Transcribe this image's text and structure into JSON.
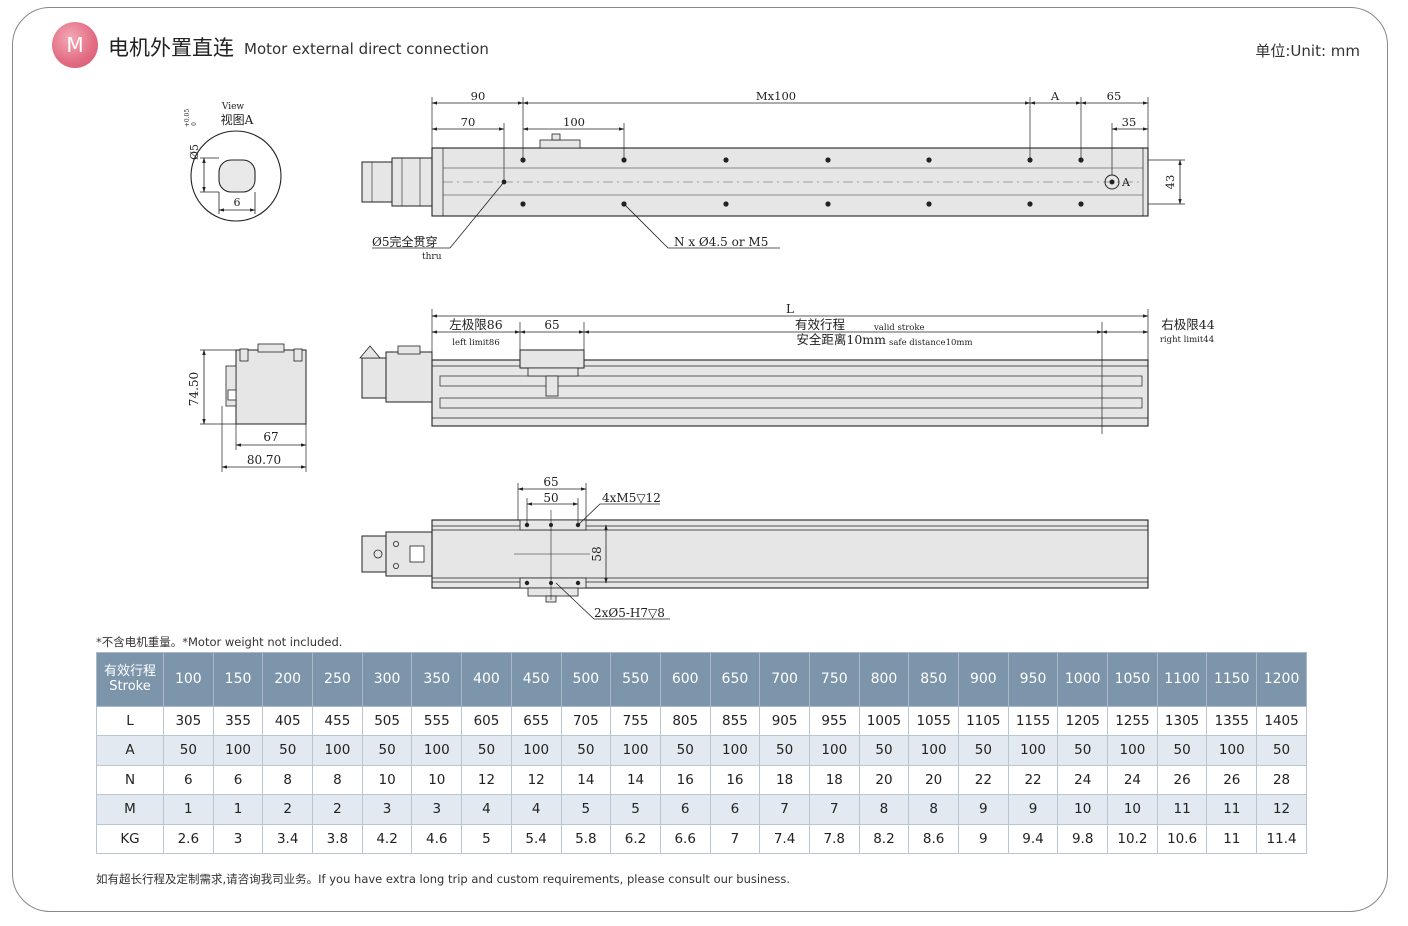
{
  "header": {
    "badge": "M",
    "title_cn": "电机外置直连",
    "title_en": "Motor external direct connection",
    "unit": "单位:Unit: mm"
  },
  "drawing": {
    "view_top": {
      "dim_90": "90",
      "dim_mx100": "Mx100",
      "dim_a": "A",
      "dim_65": "65",
      "dim_70": "70",
      "dim_100": "100",
      "dim_35": "35",
      "dim_43": "43",
      "label_a": "A",
      "hole_note_cn": "Ø5完全贯穿",
      "hole_note_en": "thru",
      "hole_note_n": "N x Ø4.5 or M5"
    },
    "view_a": {
      "view_en": "View",
      "view_cn": "视图A",
      "dia_5": "Ø5",
      "tol": "+0.05",
      "tol2": "0",
      "dim_6": "6"
    },
    "view_side": {
      "dim_l": "L",
      "left_limit_cn": "左极限86",
      "left_limit_en": "left limit86",
      "dim_65": "65",
      "stroke_cn": "有效行程",
      "stroke_en": "valid stroke",
      "safe_cn": "安全距离10mm",
      "safe_en": "safe distance10mm",
      "right_limit_cn": "右极限44",
      "right_limit_en": "right limit44"
    },
    "view_end": {
      "dim_7450": "74.50",
      "dim_67": "67",
      "dim_8070": "80.70"
    },
    "view_bottom": {
      "dim_65": "65",
      "dim_50": "50",
      "thread_note": "4xM5▽12",
      "dim_58": "58",
      "pin_note": "2xØ5-H7▽8"
    }
  },
  "notes": {
    "weight": "*不含电机重量。*Motor weight not included.",
    "footer": "如有超长行程及定制需求,请咨询我司业务。If you have extra long trip and custom requirements, please consult our business."
  },
  "table": {
    "corner_cn": "有效行程",
    "corner_en": "Stroke",
    "strokes": [
      "100",
      "150",
      "200",
      "250",
      "300",
      "350",
      "400",
      "450",
      "500",
      "550",
      "600",
      "650",
      "700",
      "750",
      "800",
      "850",
      "900",
      "950",
      "1000",
      "1050",
      "1100",
      "1150",
      "1200"
    ],
    "rows": [
      {
        "label": "L",
        "values": [
          "305",
          "355",
          "405",
          "455",
          "505",
          "555",
          "605",
          "655",
          "705",
          "755",
          "805",
          "855",
          "905",
          "955",
          "1005",
          "1055",
          "1105",
          "1155",
          "1205",
          "1255",
          "1305",
          "1355",
          "1405"
        ]
      },
      {
        "label": "A",
        "values": [
          "50",
          "100",
          "50",
          "100",
          "50",
          "100",
          "50",
          "100",
          "50",
          "100",
          "50",
          "100",
          "50",
          "100",
          "50",
          "100",
          "50",
          "100",
          "50",
          "100",
          "50",
          "100",
          "50"
        ]
      },
      {
        "label": "N",
        "values": [
          "6",
          "6",
          "8",
          "8",
          "10",
          "10",
          "12",
          "12",
          "14",
          "14",
          "16",
          "16",
          "18",
          "18",
          "20",
          "20",
          "22",
          "22",
          "24",
          "24",
          "26",
          "26",
          "28"
        ]
      },
      {
        "label": "M",
        "values": [
          "1",
          "1",
          "2",
          "2",
          "3",
          "3",
          "4",
          "4",
          "5",
          "5",
          "6",
          "6",
          "7",
          "7",
          "8",
          "8",
          "9",
          "9",
          "10",
          "10",
          "11",
          "11",
          "12"
        ]
      },
      {
        "label": "KG",
        "values": [
          "2.6",
          "3",
          "3.4",
          "3.8",
          "4.2",
          "4.6",
          "5",
          "5.4",
          "5.8",
          "6.2",
          "6.6",
          "7",
          "7.4",
          "7.8",
          "8.2",
          "8.6",
          "9",
          "9.4",
          "9.8",
          "10.2",
          "10.6",
          "11",
          "11.4"
        ]
      }
    ]
  },
  "colors": {
    "badge": "#e16b82",
    "table_header": "#7c95ab",
    "table_alt": "#e3e9f0",
    "part_fill": "#e6e6e6"
  }
}
